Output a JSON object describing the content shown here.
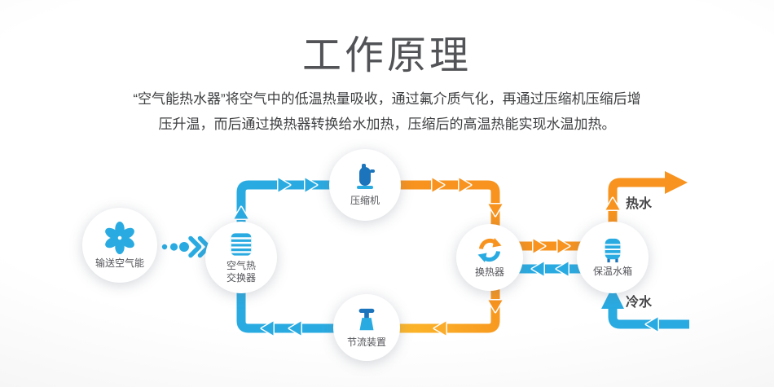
{
  "title": "工作原理",
  "description": {
    "line1": "“空气能热水器”将空气中的低温热量吸收，通过氟介质气化，再通过压缩机压缩后增",
    "line2": "压升温，而后通过换热器转换给水加热，压缩后的高温热能实现水温加热。"
  },
  "diagram": {
    "fan": {
      "label": "输送空气能"
    },
    "air_exchanger": {
      "line1": "空气热",
      "line2": "交换器"
    },
    "compressor": {
      "label": "压缩机"
    },
    "throttle": {
      "label": "节流装置"
    },
    "heat_exchanger": {
      "label": "换热器"
    },
    "tank": {
      "label": "保温水箱"
    },
    "hot_water": "热水",
    "cold_water": "冷水"
  },
  "colors": {
    "blue": "#29abe2",
    "dark_blue": "#1c75bc",
    "orange": "#f7931e",
    "yellow": "#fbab2a",
    "title_text": "#525356",
    "body_text": "#3e3f41"
  }
}
